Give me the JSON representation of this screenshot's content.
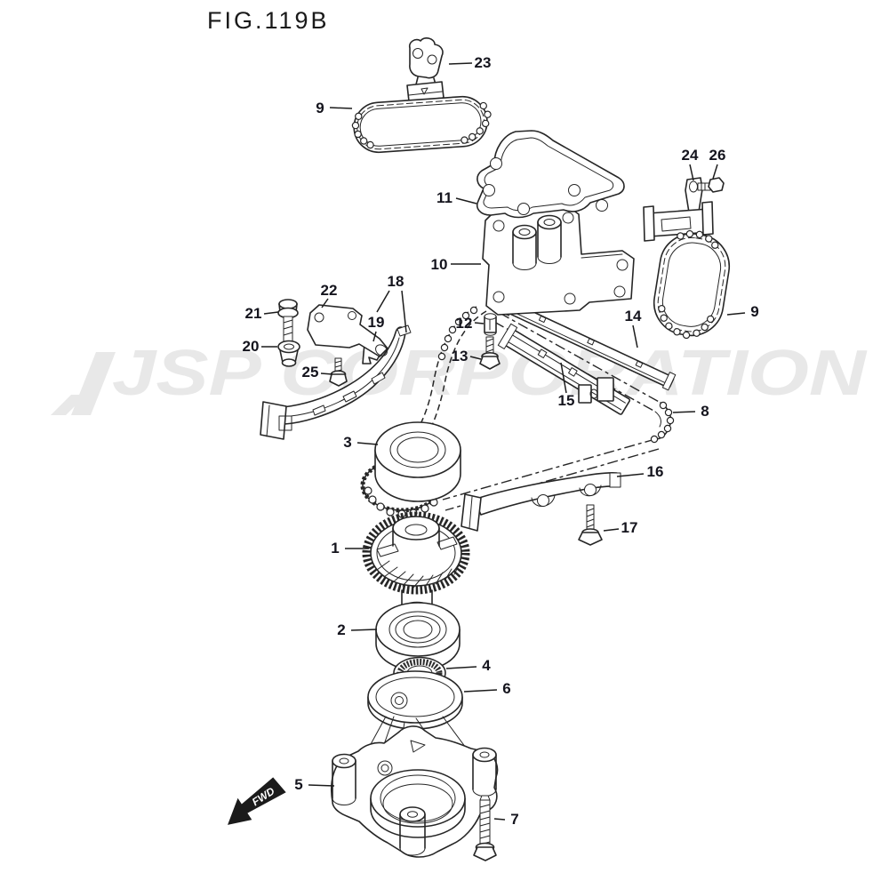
{
  "figure": {
    "title": "FIG.119B",
    "watermark_text": "JSP CORPORATION",
    "fwd_label": "FWD"
  },
  "colors": {
    "background": "#ffffff",
    "line_ink": "#262626",
    "callout_text": "#14141d",
    "watermark": "#e8e8e8",
    "fwd_arrow": "#1b1b1b"
  },
  "callout_labels": [
    "1",
    "2",
    "3",
    "4",
    "5",
    "6",
    "7",
    "8",
    "9",
    "9",
    "10",
    "11",
    "12",
    "13",
    "14",
    "15",
    "16",
    "17",
    "18",
    "19",
    "20",
    "21",
    "22",
    "23",
    "24",
    "25",
    "26"
  ]
}
